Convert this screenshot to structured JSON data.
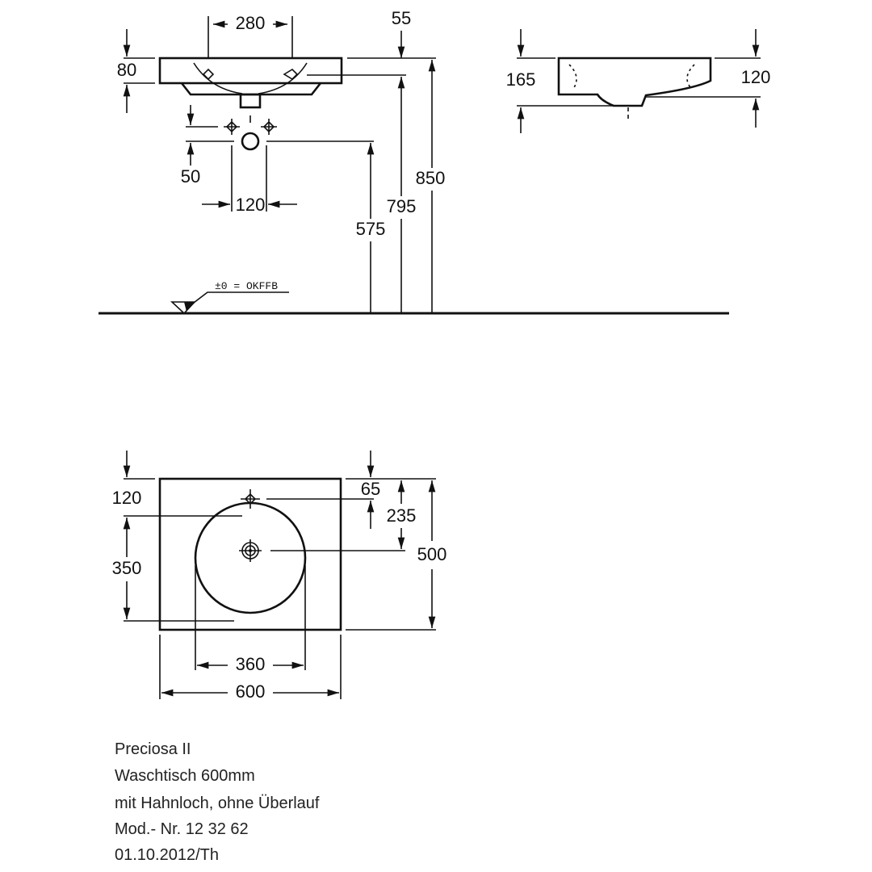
{
  "front_view": {
    "dims": {
      "tap_spacing": "280",
      "rim_offset": "55",
      "rim_height": "80",
      "top_height": "850",
      "bowl_height": "795",
      "pipe_height": "575",
      "pipe_offset": "50",
      "pipe_spacing": "120"
    },
    "floor_label": "±0 = OKFFB"
  },
  "side_view": {
    "dims": {
      "total_height": "165",
      "bowl_depth": "120"
    }
  },
  "plan_view": {
    "dims": {
      "tap_from_back": "120",
      "bowl_diameter_v": "350",
      "tap_offset": "65",
      "drain_from_back": "235",
      "depth": "500",
      "bowl_diameter": "360",
      "width": "600"
    }
  },
  "caption": {
    "lines": [
      "Preciosa II",
      "Waschtisch 600mm",
      "mit Hahnloch, ohne Überlauf",
      "Mod.- Nr. 12 32 62",
      "01.10.2012/Th"
    ]
  }
}
